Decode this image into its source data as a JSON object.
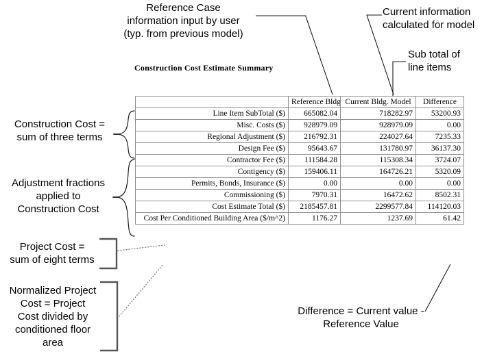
{
  "figure": {
    "title": "Construction Cost Estimate Summary"
  },
  "table": {
    "columns": [
      "",
      "Reference Bldg.",
      "Current Bldg. Model",
      "Difference"
    ],
    "rows": [
      {
        "label": "Line Item SubTotal ($)",
        "reference": "665082.04",
        "current": "718282.97",
        "difference": "53200.93"
      },
      {
        "label": "Misc. Costs ($)",
        "reference": "928979.09",
        "current": "928979.09",
        "difference": "0.00"
      },
      {
        "label": "Regional Adjustment ($)",
        "reference": "216792.31",
        "current": "224027.64",
        "difference": "7235.33"
      },
      {
        "label": "Design Fee ($)",
        "reference": "95643.67",
        "current": "131780.97",
        "difference": "36137.30"
      },
      {
        "label": "Contractor Fee ($)",
        "reference": "111584.28",
        "current": "115308.34",
        "difference": "3724.07"
      },
      {
        "label": "Contigency ($)",
        "reference": "159406.11",
        "current": "164726.21",
        "difference": "5320.09"
      },
      {
        "label": "Permits, Bonds, Insurance ($)",
        "reference": "0.00",
        "current": "0.00",
        "difference": "0.00"
      },
      {
        "label": "Commissioning ($)",
        "reference": "7970.31",
        "current": "16472.62",
        "difference": "8502.31"
      },
      {
        "label": "Cost Estimate Total ($)",
        "reference": "2185457.81",
        "current": "2299577.84",
        "difference": "114120.03"
      },
      {
        "label": "Cost Per Conditioned Building Area ($/m^2)",
        "reference": "1176.27",
        "current": "1237.69",
        "difference": "61.42"
      }
    ]
  },
  "annotations": {
    "reference_case": "Reference Case\ninformation input by user\n(typ. from previous model)",
    "current_info": "Current information\ncalculated for model",
    "sub_total": "Sub total of\nline items",
    "construction_cost": "Construction Cost =\nsum of three terms",
    "adjustment_fractions": "Adjustment fractions\napplied to\nConstruction Cost",
    "project_cost": "Project Cost =\nsum of eight terms",
    "normalized_project_cost": "Normalized Project\nCost = Project\nCost divided by\nconditioned floor\narea",
    "difference_def": "Difference = Current value -\nReference Value"
  },
  "colors": {
    "text": "#000000",
    "table_border": "#8f8f8f",
    "leader_line": "#1a1a1a",
    "bracket": "#555555",
    "background": "#ffffff"
  }
}
